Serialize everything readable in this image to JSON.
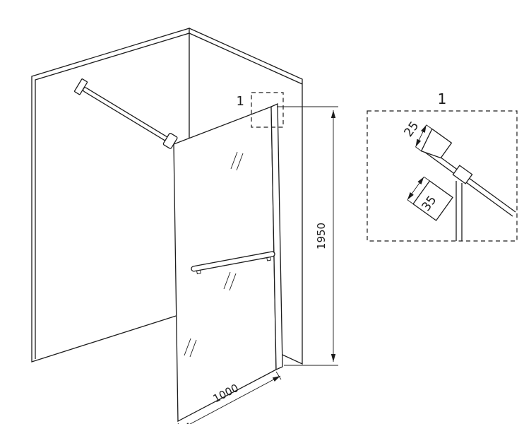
{
  "colors": {
    "line": "#1c1c1c",
    "background": "#ffffff"
  },
  "main_view": {
    "callout": {
      "label": "1"
    },
    "dimensions": {
      "height_mm": "1950",
      "width_mm": "1000"
    }
  },
  "detail_view": {
    "label": "1",
    "dimensions": {
      "profile_width_mm": "25",
      "profile_depth_mm": "35"
    }
  }
}
